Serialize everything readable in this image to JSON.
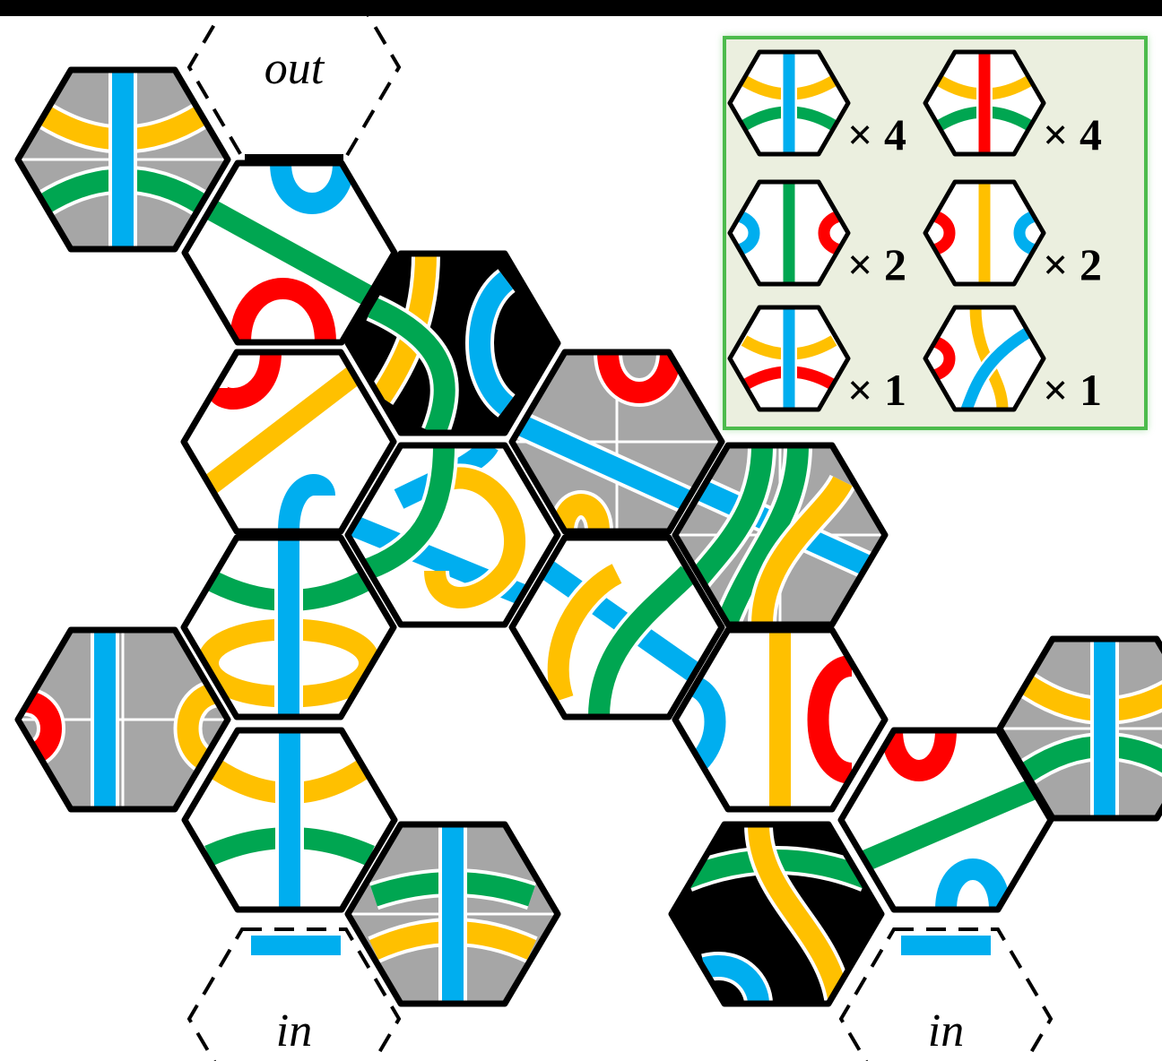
{
  "ports": {
    "out": "out",
    "in_left": "in",
    "in_right": "in"
  },
  "inventory": {
    "items": [
      {
        "tile": "cross-blue-yellow-green",
        "count": "× 4"
      },
      {
        "tile": "cross-red-yellow-green",
        "count": "× 4"
      },
      {
        "tile": "straight-green-blue-caps",
        "count": "× 2"
      },
      {
        "tile": "straight-yellow-red-blue-caps",
        "count": "× 2"
      },
      {
        "tile": "cross-blue-yellow-red",
        "count": "× 1"
      },
      {
        "tile": "braid-red-yellow-blue",
        "count": "× 1"
      }
    ]
  },
  "colors": {
    "blue": "#00aeef",
    "yellow": "#ffc000",
    "green": "#00a651",
    "red": "#ff0000",
    "gray": "#a6a6a6",
    "black": "#000000",
    "panel_bg": "#ebefdf",
    "panel_border": "#4cbb4c"
  }
}
